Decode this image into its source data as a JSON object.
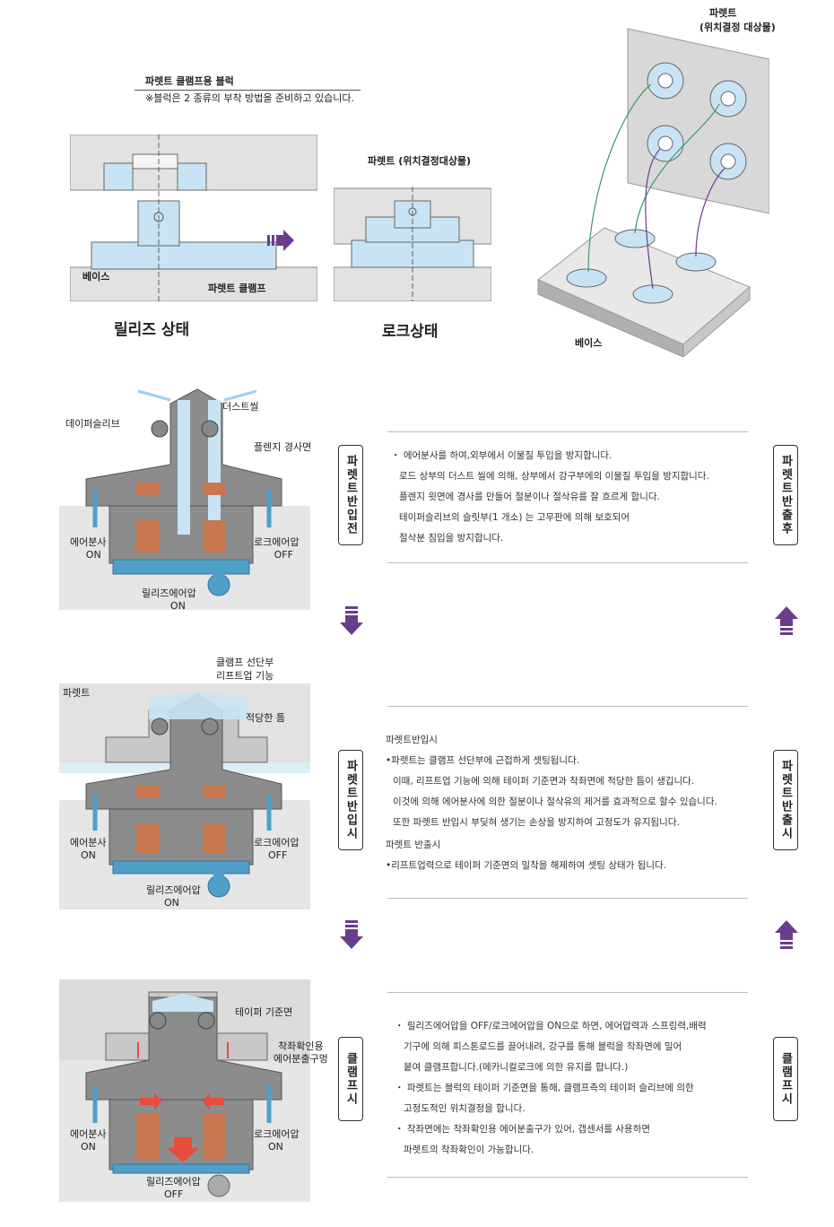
{
  "top": {
    "block_label": "파렛트 클램프용 블럭",
    "block_note": "※블럭은 2 종류의 부착 방법을 준비하고 있습니다.",
    "base_label": "베이스",
    "clamp_label": "파렛트 클램프",
    "release_state": "릴리즈 상태",
    "pallet_label_mid": "파렛트 (위치결정대상물)",
    "lock_state": "로크상태",
    "pallet_label_right_1": "파렛트",
    "pallet_label_right_2": "(위치결정 대상물)",
    "base_label_right": "베이스"
  },
  "step1": {
    "dust_seal": "더스트씰",
    "taper_sleeve": "데이퍼슬리브",
    "flange_slope": "플렌지 경사면",
    "air_blow": "에어분사",
    "air_blow_state": "ON",
    "lock_air": "로크에어압",
    "lock_air_state": "OFF",
    "release_air": "릴리즈에어압",
    "release_air_state": "ON",
    "vlabel_left": "파렛트반입전",
    "vlabel_right": "파렛트반출후",
    "lines": [
      "・ 에어분사를 하여,외부에서 이물질 투입을 방지합니다.",
      "로드 상부의 더스트 씰에 의해, 상부에서 강구부에의 이물질 투입을 방지합니다.",
      "플렌지 윗면에 경사를 만들어 절분이나 절삭유를 잘 흐르게 합니다.",
      "테이퍼슬리브의 슬릿부(1 개소) 는 고무판에 의해 보호되어",
      "절삭분 침입을 방지합니다."
    ]
  },
  "step2": {
    "pallet": "파렛트",
    "clamp_tip": "클램프 선단부",
    "lift_up": "리프트업 기능",
    "gap": "적당한 틈",
    "air_blow": "에어분사",
    "air_blow_state": "ON",
    "lock_air": "로크에어압",
    "lock_air_state": "OFF",
    "release_air": "릴리즈에어압",
    "release_air_state": "ON",
    "vlabel_left": "파렛트반입시",
    "vlabel_right": "파렛트반출시",
    "heading1": "파렛트반입시",
    "lines1": [
      "•파렛트는 클램프 선단부에 근접하게 셋팅됩니다.",
      "이때, 리프트업 기능에 의해 테이퍼 기준면과 착좌면에 적당한 틈이 생깁니다.",
      "이것에 의해 에어분사에 의한 절분이나 절삭유의 제거를 효과적으로 할수 있습니다.",
      "또한 파렛트 반입시 부딪혀 생기는 손상을 방지하여 고정도가 유지됩니다."
    ],
    "heading2": "파렛트 반출시",
    "lines2": [
      "•리프트업력으로 테이퍼 기준면의 밀착을 해제하여 셋팅 상태가 됩니다."
    ]
  },
  "step3": {
    "taper_ref": "테이퍼 기준면",
    "seat_check_1": "착좌확인용",
    "seat_check_2": "에어분출구멍",
    "air_blow": "에어분사",
    "air_blow_state": "ON",
    "lock_air": "로크에어압",
    "lock_air_state": "ON",
    "release_air": "릴리즈에어압",
    "release_air_state": "OFF",
    "vlabel_left": "클램프시",
    "vlabel_right": "클램프시",
    "lines": [
      "・ 릴리즈에어압을 OFF/로크에어압을 ON으로 하면, 에어압력과 스프링력,배력",
      "기구에 의해 피스톤로드를 끌어내려, 강구를 통해 블럭을 착좌면에 밀어",
      "붙여 클램프합니다.(메카니컬로크에 의한 유지를 합니다.)",
      "・ 파렛트는 블럭의 테이퍼 기준면을 통해, 클램프측의 테이퍼 슬리브에 의한",
      "고정도적인 위치결정을 합니다.",
      "・ 착좌면에는 착좌확인용 에어분출구가 있어, 갭센서를 사용하면",
      "파렛트의 착좌확인이 가능합니다."
    ]
  },
  "colors": {
    "accent": "#6a3c8c",
    "part_blue": "#c8e4f4",
    "body_gray": "#8c8c8c",
    "bg_gray": "#e4e4e4"
  }
}
